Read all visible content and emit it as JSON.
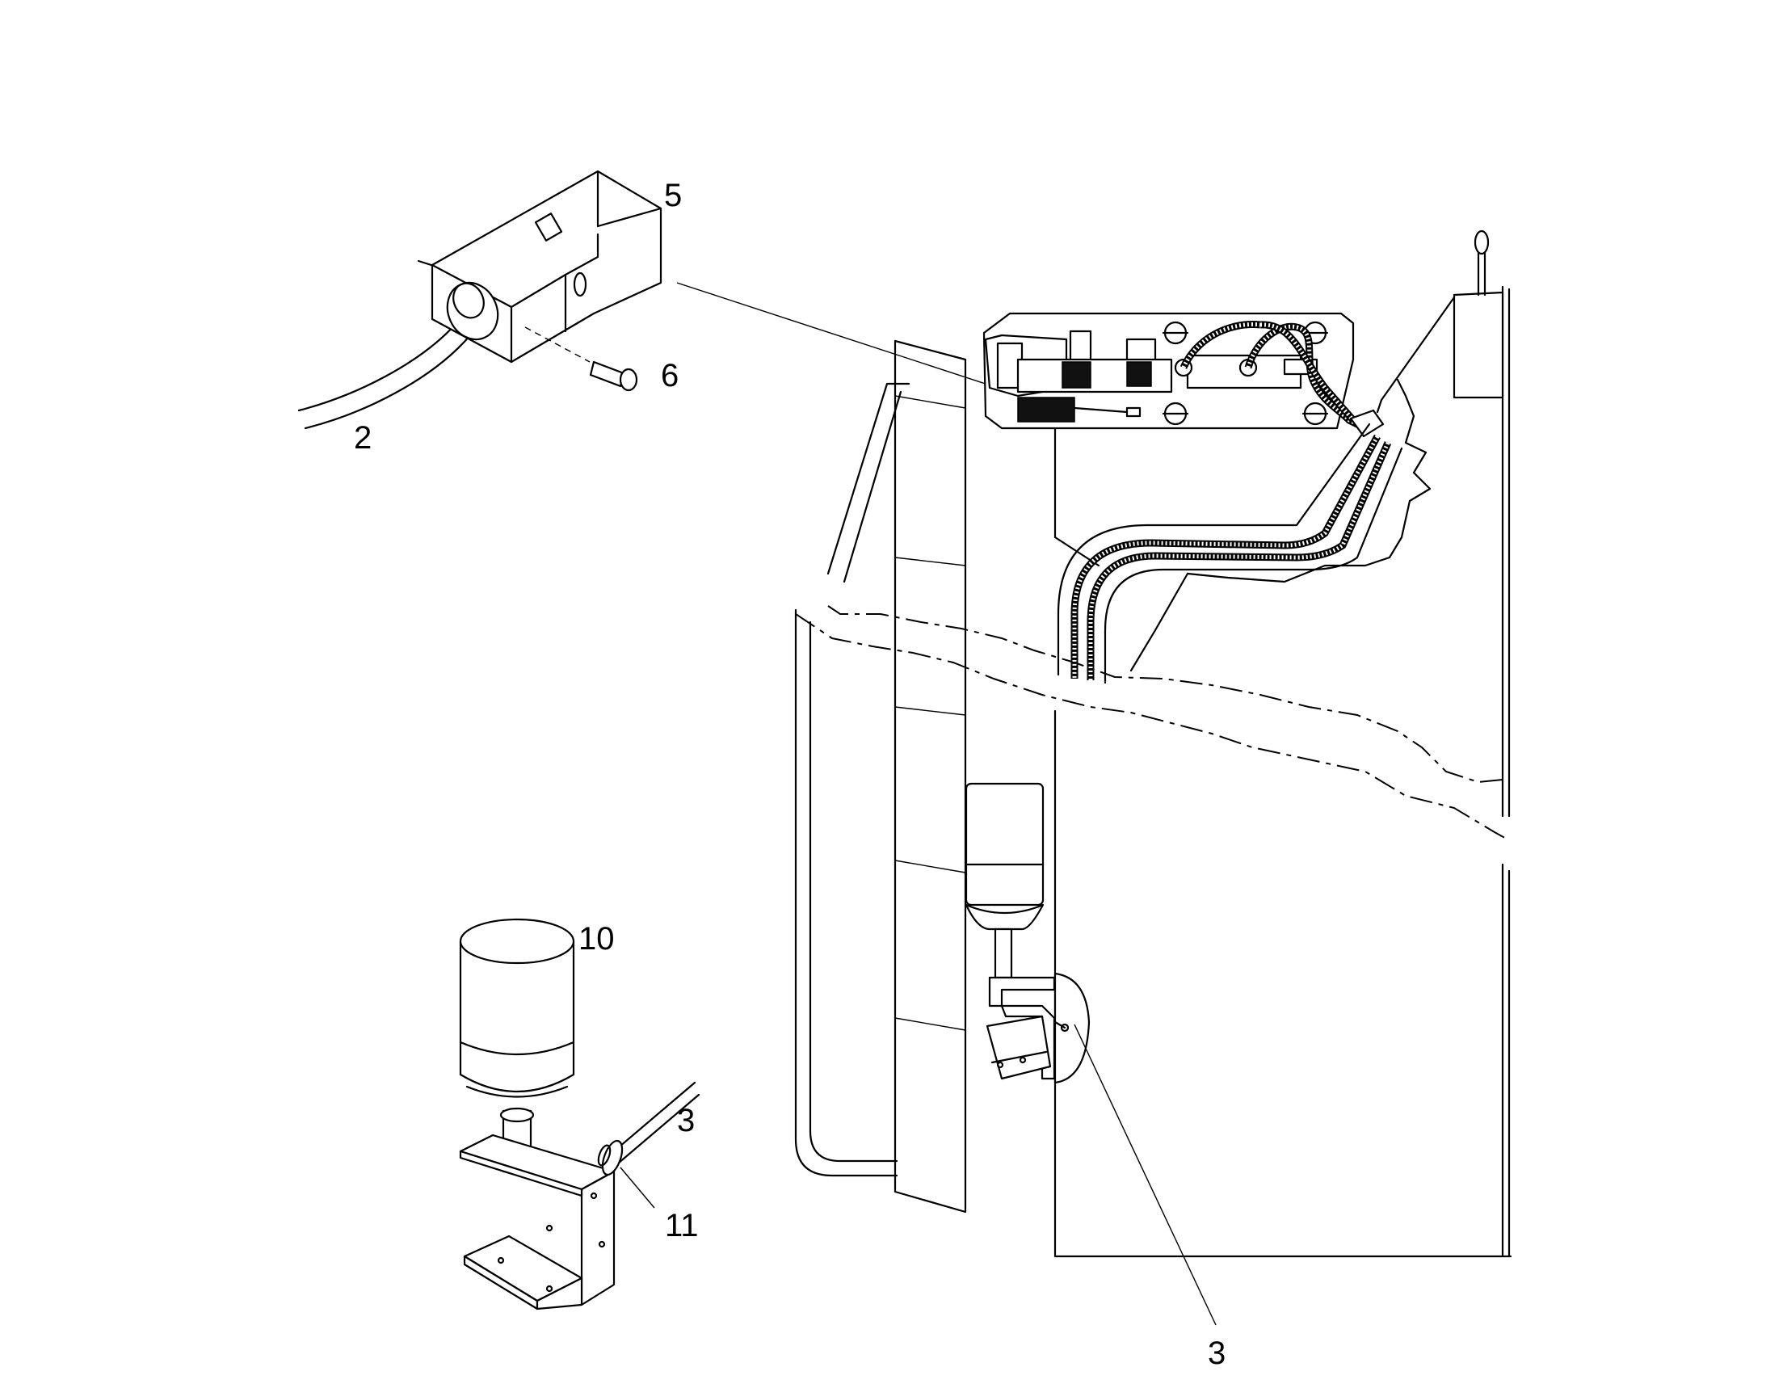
{
  "callouts": {
    "c5": "5",
    "c6": "6",
    "c2": "2",
    "c10": "10",
    "c3_lamp": "3",
    "c11": "11",
    "c3_bottom": "3"
  },
  "colors": {
    "line": "#000000",
    "background": "#ffffff"
  }
}
